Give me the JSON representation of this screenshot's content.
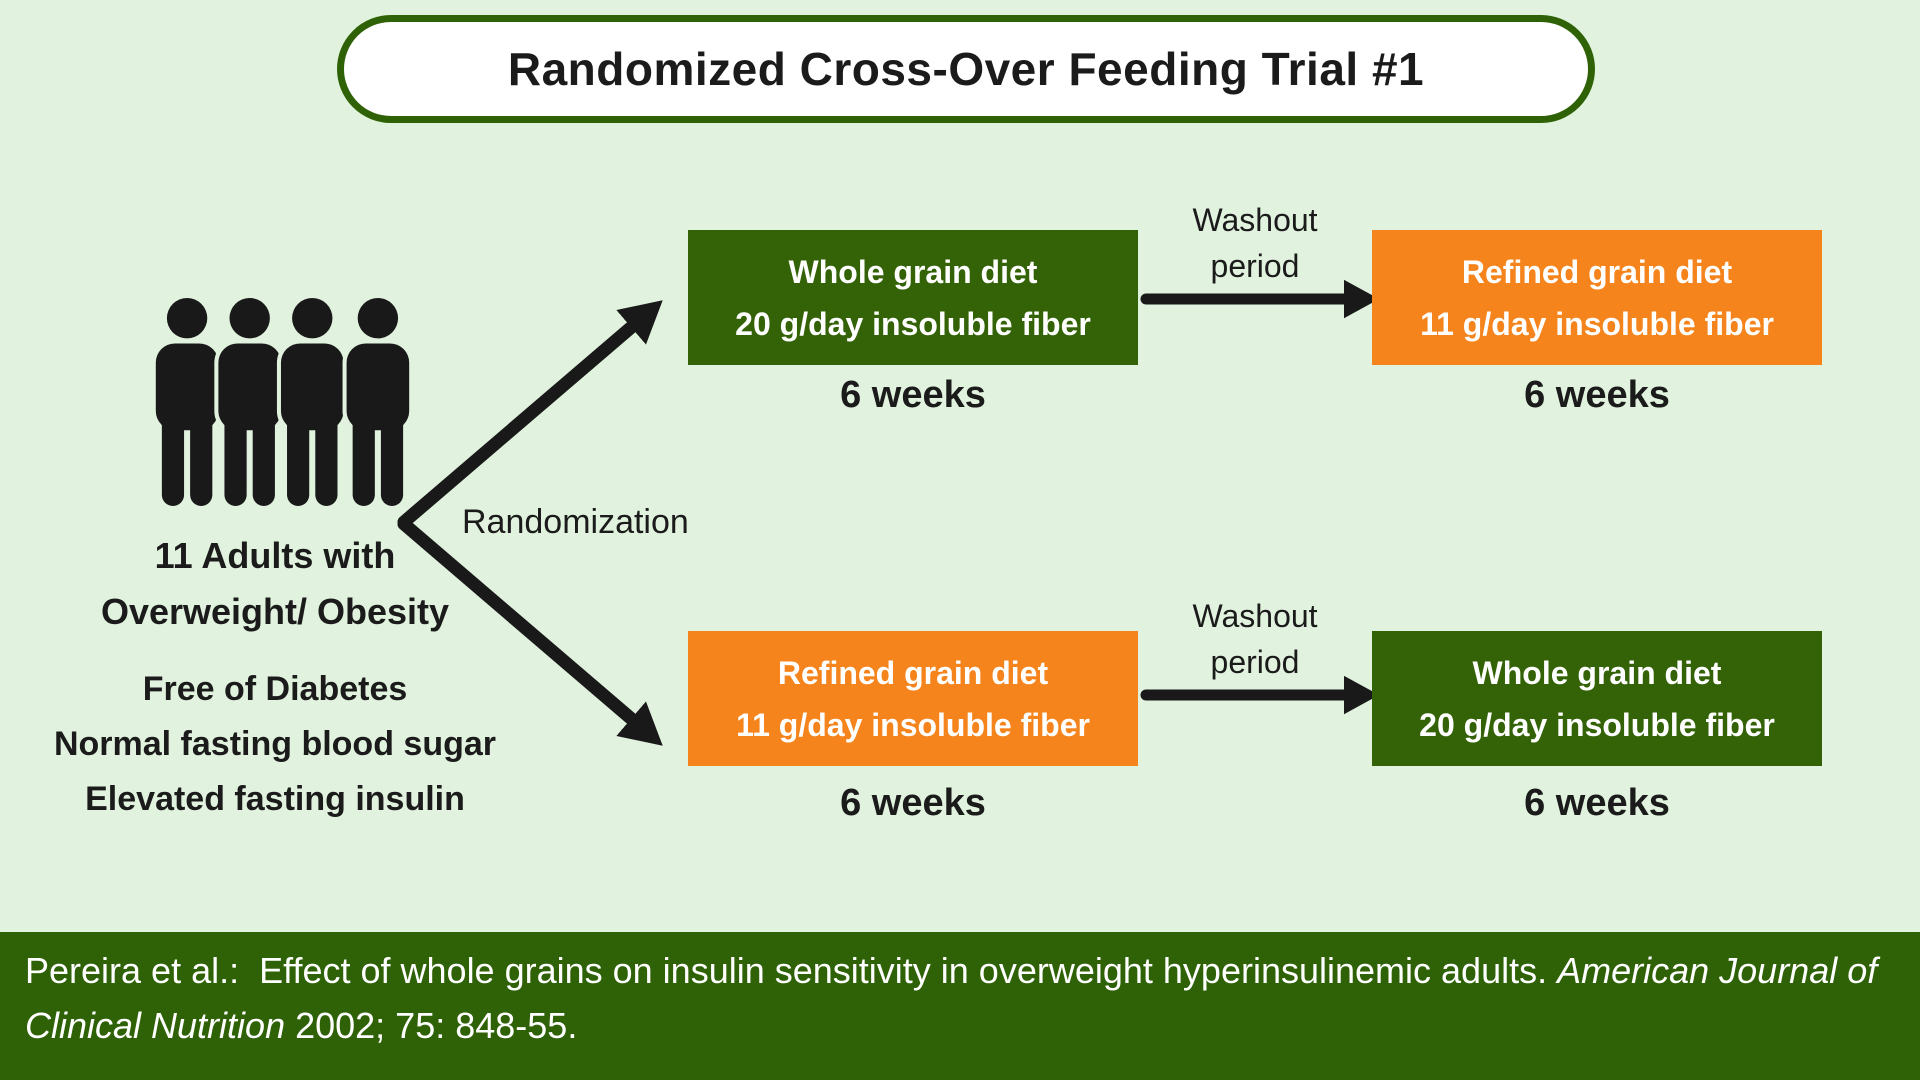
{
  "title": "Randomized Cross-Over Feeding Trial #1",
  "colors": {
    "background": "#E1F3DE",
    "box_green": "#346307",
    "box_orange": "#F5841C",
    "footer_green": "#2F6207",
    "title_border_green": "#2F6207",
    "text_black": "#1B1B1B",
    "text_white": "#FFFFFF",
    "icon_black": "#191919"
  },
  "population": {
    "icon": "people-group-icon",
    "heading_line1": "11 Adults with",
    "heading_line2": "Overweight/ Obesity",
    "criteria": [
      "Free of Diabetes",
      "Normal fasting blood sugar",
      "Elevated fasting insulin"
    ]
  },
  "randomization_label": "Randomization",
  "sequences": {
    "top": {
      "first_box": {
        "line1": "Whole grain diet",
        "line2": "20 g/day insoluble fiber",
        "duration": "6 weeks",
        "variant": "green"
      },
      "washout": {
        "line1": "Washout",
        "line2": "period"
      },
      "second_box": {
        "line1": "Refined grain diet",
        "line2": "11 g/day insoluble fiber",
        "duration": "6 weeks",
        "variant": "orange"
      }
    },
    "bottom": {
      "first_box": {
        "line1": "Refined grain diet",
        "line2": "11 g/day insoluble fiber",
        "duration": "6 weeks",
        "variant": "orange"
      },
      "washout": {
        "line1": "Washout",
        "line2": "period"
      },
      "second_box": {
        "line1": "Whole grain diet",
        "line2": "20 g/day insoluble fiber",
        "duration": "6 weeks",
        "variant": "green"
      }
    }
  },
  "footer": {
    "line1_plain": "Pereira et al.:  Effect of whole grains on insulin sensitivity in overweight hyperinsulinemic adults. ",
    "line1_italic": "American Journal of",
    "line2_italic": "Clinical Nutrition",
    "line2_plain": " 2002; 75: 848-55."
  }
}
